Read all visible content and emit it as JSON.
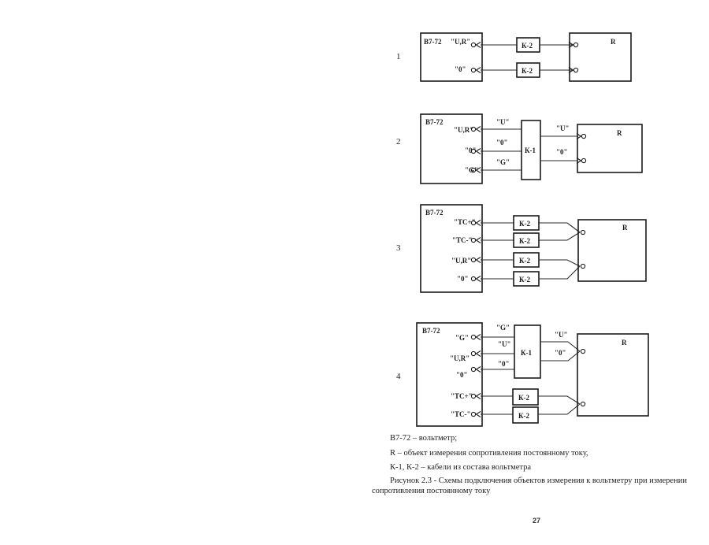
{
  "figures": [
    {
      "number": "1",
      "voltmeter_label": "В7-72",
      "object_label": "R",
      "terminals": [
        "\"U,R\"",
        "\"0\""
      ],
      "cables": [
        "К-2",
        "К-2"
      ]
    },
    {
      "number": "2",
      "voltmeter_label": "В7-72",
      "object_label": "R",
      "terminals": [
        "\"U,R\"",
        "\"0\"",
        "\"G\""
      ],
      "cable": "К-1",
      "input_wire_labels": [
        "\"U\"",
        "\"0\"",
        "\"G\""
      ],
      "output_wire_labels": [
        "\"U\"",
        "\"0\""
      ]
    },
    {
      "number": "3",
      "voltmeter_label": "В7-72",
      "object_label": "R",
      "terminals": [
        "\"TC+\"",
        "\"TC-\"",
        "\"U,R\"",
        "\"0\""
      ],
      "cables": [
        "К-2",
        "К-2",
        "К-2",
        "К-2"
      ]
    },
    {
      "number": "4",
      "voltmeter_label": "В7-72",
      "object_label": "R",
      "terminals": [
        "\"G\"",
        "\"U,R\"",
        "\"0\"",
        "\"TC+\"",
        "\"TC-\""
      ],
      "cable_k1": "К-1",
      "input_wire_labels": [
        "\"G\"",
        "\"U\"",
        "\"0\""
      ],
      "output_wire_labels": [
        "\"U\"",
        "\"0\""
      ],
      "cables_k2": [
        "К-2",
        "К-2"
      ]
    }
  ],
  "legend": [
    "В7-72 – вольтметр;",
    "R – объект измерения сопротивления постоянному току,",
    "К-1, К-2 – кабели из состава вольтметра"
  ],
  "caption_line1": "Рисунок 2.3 - Схемы подключения объектов измерения к вольтметру при измерении",
  "caption_line2": "сопротивления постоянному току",
  "page_number": "27"
}
